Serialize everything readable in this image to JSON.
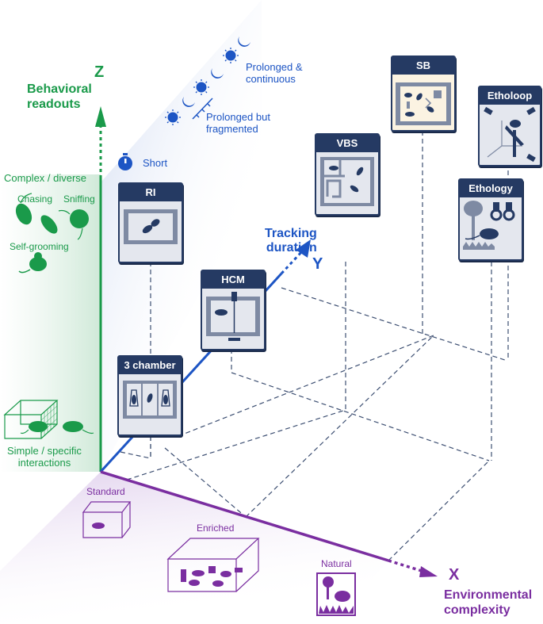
{
  "figure": {
    "axes": {
      "z": {
        "letter": "Z",
        "title_line1": "Behavioral",
        "title_line2": "readouts",
        "color": "#1a9a4a"
      },
      "y": {
        "letter": "Y",
        "title_line1": "Tracking",
        "title_line2": "duration",
        "color": "#1d55c4"
      },
      "x": {
        "letter": "X",
        "title_line1": "Environmental",
        "title_line2": "complexity",
        "color": "#7a2ea0"
      }
    },
    "z_levels": {
      "high": {
        "label": "Complex / diverse",
        "items": [
          "Chasing",
          "Sniffing",
          "Self-grooming"
        ]
      },
      "low": {
        "label_line1": "Simple / specific",
        "label_line2": "interactions"
      }
    },
    "y_levels": {
      "short": {
        "label": "Short",
        "icon": "stopwatch-icon"
      },
      "fragmented": {
        "label_line1": "Prolonged but",
        "label_line2": "fragmented",
        "icon": "sun-moon-cycle-icon"
      },
      "continuous": {
        "label_line1": "Prolonged &",
        "label_line2": "continuous",
        "icon": "sun-moon-cycle-icon"
      }
    },
    "x_levels": {
      "standard": {
        "label": "Standard"
      },
      "enriched": {
        "label": "Enriched"
      },
      "natural": {
        "label": "Natural"
      }
    },
    "paradigms": [
      {
        "id": "ri",
        "label": "RI"
      },
      {
        "id": "hcm",
        "label": "HCM"
      },
      {
        "id": "three-chamber",
        "label": "3 chamber"
      },
      {
        "id": "vbs",
        "label": "VBS"
      },
      {
        "id": "sb",
        "label": "SB"
      },
      {
        "id": "etholoop",
        "label": "Etholoop"
      },
      {
        "id": "ethology",
        "label": "Ethology"
      }
    ],
    "colors": {
      "card_header": "#253a63",
      "card_body": "#e4e7ee",
      "card_body_sb": "#fbf3e2",
      "grid_dash": "#3d4f72"
    }
  }
}
